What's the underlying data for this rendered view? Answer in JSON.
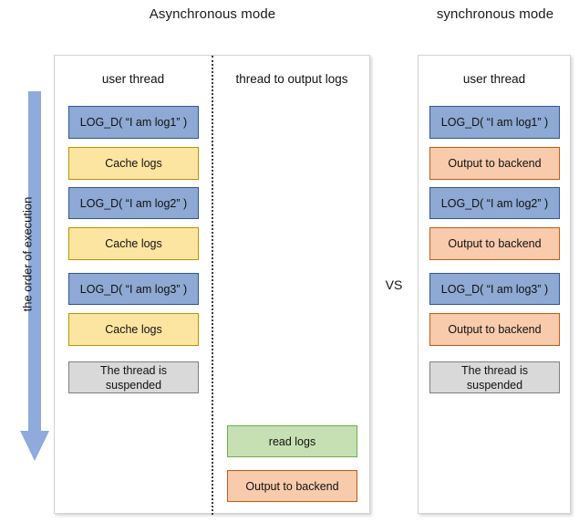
{
  "titles": {
    "async": "Asynchronous\nmode",
    "sync": "synchronous\nmode"
  },
  "vs_label": "VS",
  "order_axis": {
    "label": "the order of execution",
    "arrow_color": "#8FAADC",
    "direction": "down"
  },
  "palette": {
    "blue_fill": "#8EA9D3",
    "blue_border": "#2F5496",
    "yellow_fill": "#FCE5A0",
    "yellow_border": "#BF9000",
    "grey_fill": "#D9D9D9",
    "grey_border": "#7F7F7F",
    "green_fill": "#C6E0B4",
    "green_border": "#70AD47",
    "orange_fill": "#F8CBAD",
    "orange_border": "#C55A11",
    "panel_border": "#D2D2D2",
    "divider": "#3A3A3A"
  },
  "async_panel": {
    "lanes": [
      {
        "title": "user thread",
        "steps": [
          {
            "label": "LOG_D( “I am log1” )",
            "style": "blue"
          },
          {
            "label": "Cache logs",
            "style": "yellow"
          },
          {
            "label": "LOG_D( “I am log2” )",
            "style": "blue"
          },
          {
            "label": "Cache logs",
            "style": "yellow"
          },
          {
            "label": "LOG_D( “I am log3” )",
            "style": "blue"
          },
          {
            "label": "Cache logs",
            "style": "yellow"
          },
          {
            "label": "The thread is\nsuspended",
            "style": "grey"
          }
        ]
      },
      {
        "title": "thread to output logs",
        "steps": [
          {
            "label": "read logs",
            "style": "green"
          },
          {
            "label": "Output to backend",
            "style": "orange"
          }
        ]
      }
    ]
  },
  "sync_panel": {
    "lanes": [
      {
        "title": "user thread",
        "steps": [
          {
            "label": "LOG_D( “I am log1” )",
            "style": "blue"
          },
          {
            "label": "Output to backend",
            "style": "orange"
          },
          {
            "label": "LOG_D( “I am log2” )",
            "style": "blue"
          },
          {
            "label": "Output to backend",
            "style": "orange"
          },
          {
            "label": "LOG_D( “I am log3” )",
            "style": "blue"
          },
          {
            "label": "Output to backend",
            "style": "orange"
          },
          {
            "label": "The thread is\nsuspended",
            "style": "grey"
          }
        ]
      }
    ]
  }
}
